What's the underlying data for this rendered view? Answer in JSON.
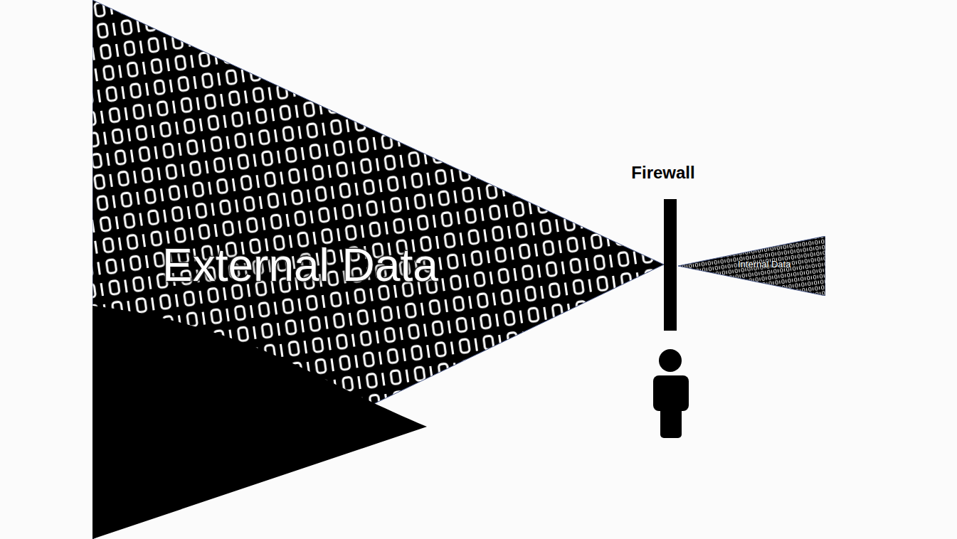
{
  "diagram": {
    "nodes": [
      {
        "text": [
          "External Data"
        ]
      },
      {
        "text": [
          "Internal Data"
        ]
      }
    ],
    "labels": [
      "Firewall"
    ]
  }
}
